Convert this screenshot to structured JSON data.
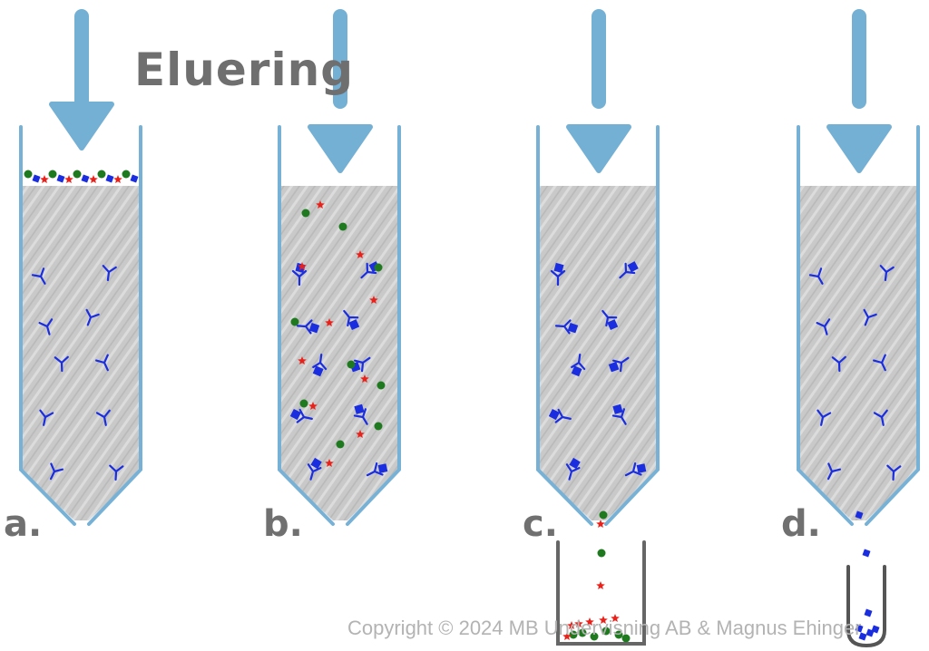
{
  "title": "Eluering",
  "panels": [
    {
      "label": "a."
    },
    {
      "label": "b."
    },
    {
      "label": "c."
    },
    {
      "label": "d."
    }
  ],
  "colors": {
    "column_outline": "#77b2d6",
    "matrix": "#c9c9c9",
    "arrow": "#74b0d4",
    "antibody": "#1a2ee0",
    "star": "#e8221b",
    "dot": "#1f7a1f",
    "vessel": "#666666"
  },
  "copyright": "Copyright © 2024 MB Undervisning AB & Magnus Ehinger"
}
